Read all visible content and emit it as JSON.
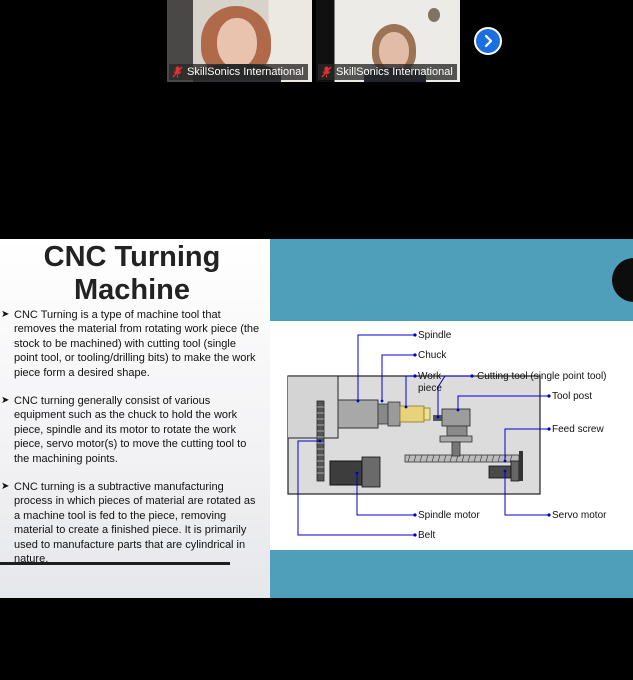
{
  "participants": [
    {
      "name": "SkillSonics International",
      "muted": true
    },
    {
      "name": "SkillSonics International",
      "muted": true
    }
  ],
  "next_page_icon": "chevron-right-icon",
  "slide": {
    "title": "CNC Turning Machine",
    "bullets": [
      "CNC Turning is a type of machine tool that removes the material from rotating work piece (the stock to be machined) with cutting tool (single point tool, or tooling/drilling bits) to make the work piece form a  desired shape.",
      "CNC turning generally consist of various equipment such as the chuck to hold the work piece, spindle and its motor to rotate the work piece, servo motor(s) to move the cutting tool to the machining points.",
      "CNC turning is a subtractive manufacturing process in which pieces of material are rotated as a machine tool is fed to the piece, removing material to create a finished piece. It is primarily used to manufacture parts that are cylindrical in nature."
    ],
    "diagram_labels": {
      "spindle": "Spindle",
      "chuck": "Chuck",
      "work_piece_1": "Work",
      "work_piece_2": "piece",
      "cutting_tool": "Cutting tool (single point tool)",
      "tool_post": "Tool post",
      "feed_screw": "Feed screw",
      "spindle_motor": "Spindle motor",
      "servo_motor": "Servo motor",
      "belt": "Belt"
    }
  },
  "colors": {
    "accent_blue": "#1c6fe0",
    "slide_teal": "#4f9fbb",
    "leader_line": "#0000cc",
    "mute_red": "#e0302f"
  }
}
